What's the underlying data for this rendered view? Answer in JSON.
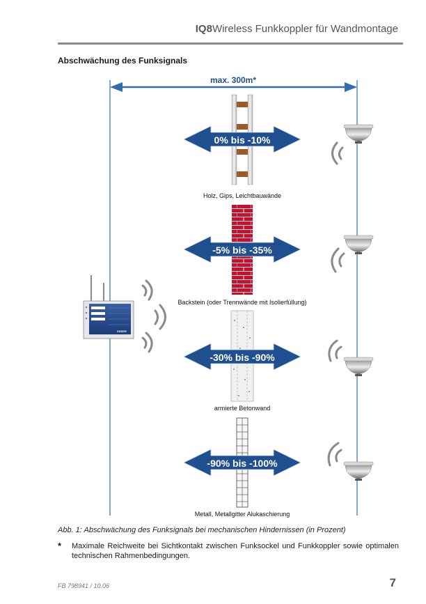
{
  "header": {
    "brand": "IQ8",
    "title_rest": "Wireless Funkkoppler für Wandmontage"
  },
  "section": {
    "heading": "Abschwächung des Funksignals"
  },
  "diagram": {
    "range_label": "max. 300m*",
    "device_label": "ESSER",
    "obstacles": [
      {
        "type": "wood",
        "attenuation": "0% bis -10%",
        "label": "Holz, Gips, Leichtbauwände"
      },
      {
        "type": "brick",
        "attenuation": "-5% bis -35%",
        "label": "Backstein (oder Trennwände mit Isolierfüllung)"
      },
      {
        "type": "concrete",
        "attenuation": "-30% bis -90%",
        "label": "armierte Betonwand"
      },
      {
        "type": "metal",
        "attenuation": "-90% bis -100%",
        "label": "Metall, Metallgitter Alukaschierung"
      }
    ],
    "colors": {
      "arrow": "#1f4f8f",
      "range_line": "#2f6db0",
      "brick": "#c8102e",
      "wood": "#9a5a2a"
    }
  },
  "caption": "Abb. 1: Abschwächung des Funksignals bei mechanischen Hindernissen (in Prozent)",
  "footnote": {
    "marker": "*",
    "text": "Maximale Reichweite bei Sichtkontakt zwischen Funksockel und Funkkoppler sowie optimalen technischen Rahmenbedingungen."
  },
  "footer": {
    "doc_number": "FB 798941 / 10.06",
    "page": "7"
  }
}
